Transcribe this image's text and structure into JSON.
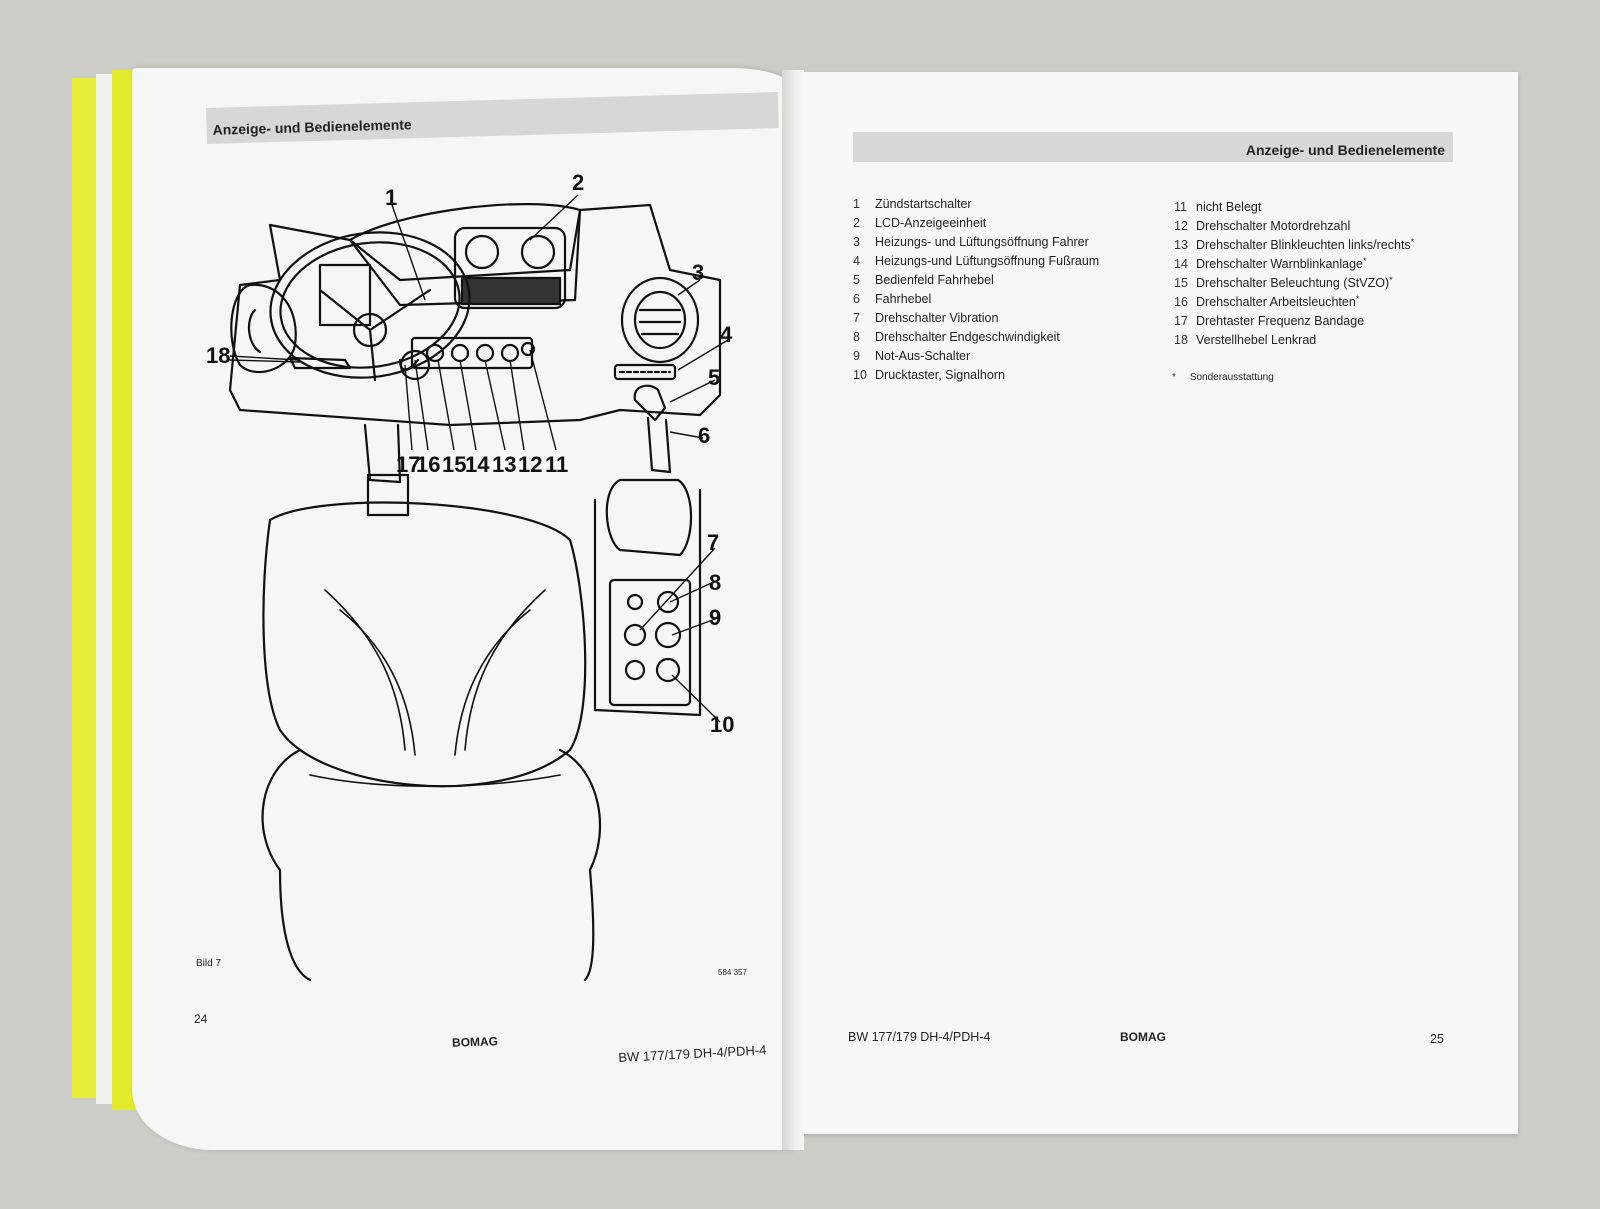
{
  "left_page": {
    "header": "Anzeige- und Bedienelemente",
    "figure_caption": "Bild 7",
    "figure_code": "584 357",
    "page_number": "24",
    "brand": "BOMAG",
    "model": "BW 177/179 DH-4/PDH-4",
    "callouts": [
      "1",
      "2",
      "3",
      "4",
      "5",
      "6",
      "7",
      "8",
      "9",
      "10",
      "11",
      "12",
      "13",
      "14",
      "15",
      "16",
      "17",
      "18"
    ]
  },
  "right_page": {
    "header": "Anzeige- und Bedienelemente",
    "items_col1": [
      {
        "num": "1",
        "text": "Zündstartschalter"
      },
      {
        "num": "2",
        "text": "LCD-Anzeigeeinheit"
      },
      {
        "num": "3",
        "text": "Heizungs- und Lüftungsöffnung Fahrer"
      },
      {
        "num": "4",
        "text": "Heizungs-und Lüftungsöffnung Fußraum"
      },
      {
        "num": "5",
        "text": "Bedienfeld Fahrhebel"
      },
      {
        "num": "6",
        "text": "Fahrhebel"
      },
      {
        "num": "7",
        "text": "Drehschalter Vibration"
      },
      {
        "num": "8",
        "text": "Drehschalter Endgeschwindigkeit"
      },
      {
        "num": "9",
        "text": "Not-Aus-Schalter"
      },
      {
        "num": "10",
        "text": "Drucktaster, Signalhorn"
      }
    ],
    "items_col2": [
      {
        "num": "11",
        "text": "nicht Belegt",
        "star": ""
      },
      {
        "num": "12",
        "text": "Drehschalter Motordrehzahl",
        "star": ""
      },
      {
        "num": "13",
        "text": "Drehschalter Blinkleuchten links/rechts",
        "star": "*"
      },
      {
        "num": "14",
        "text": "Drehschalter Warnblinkanlage",
        "star": "*"
      },
      {
        "num": "15",
        "text": "Drehschalter Beleuchtung (StVZO)",
        "star": "*"
      },
      {
        "num": "16",
        "text": "Drehschalter Arbeitsleuchten",
        "star": "*"
      },
      {
        "num": "17",
        "text": "Drehtaster Frequenz Bandage",
        "star": ""
      },
      {
        "num": "18",
        "text": "Verstellhebel Lenkrad",
        "star": ""
      }
    ],
    "footnote_mark": "*",
    "footnote_text": "Sonderausstattung",
    "model": "BW 177/179 DH-4/PDH-4",
    "brand": "BOMAG",
    "page_number": "25"
  }
}
